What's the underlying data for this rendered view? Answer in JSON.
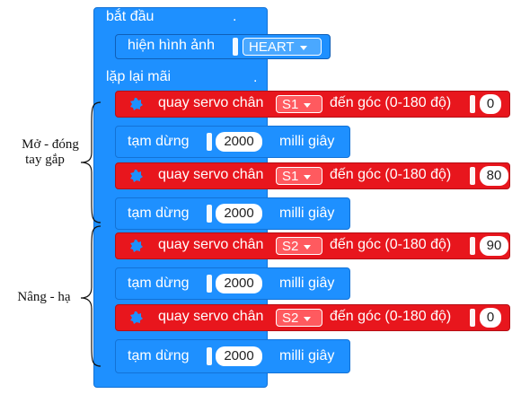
{
  "start_block": {
    "label": "bắt đầu",
    "dot": "."
  },
  "show_image": {
    "label": "hiện hình ảnh",
    "value": "HEART"
  },
  "repeat_block": {
    "label": "lặp lại mãi",
    "dot": "."
  },
  "servo_blocks": [
    {
      "label": "quay servo chân",
      "pin": "S1",
      "angle_label": "đến góc (0-180 độ)",
      "angle": "0"
    },
    {
      "label": "quay servo chân",
      "pin": "S1",
      "angle_label": "đến góc (0-180 độ)",
      "angle": "80"
    },
    {
      "label": "quay servo chân",
      "pin": "S2",
      "angle_label": "đến góc (0-180 độ)",
      "angle": "90"
    },
    {
      "label": "quay servo chân",
      "pin": "S2",
      "angle_label": "đến góc (0-180 độ)",
      "angle": "0"
    }
  ],
  "pause_blocks": [
    {
      "label": "tạm dừng",
      "value": "2000",
      "unit": "milli giây"
    },
    {
      "label": "tạm dừng",
      "value": "2000",
      "unit": "milli giây"
    },
    {
      "label": "tạm dừng",
      "value": "2000",
      "unit": "milli giây"
    },
    {
      "label": "tạm dừng",
      "value": "2000",
      "unit": "milli giây"
    }
  ],
  "annotations": {
    "grip_line1": "Mở - đóng",
    "grip_line2": "tay gắp",
    "lift": "Nâng - hạ"
  },
  "colors": {
    "control_blue": "#1e90ff",
    "servo_red": "#e8161d"
  },
  "icons": {
    "servo": "gear-icon"
  }
}
